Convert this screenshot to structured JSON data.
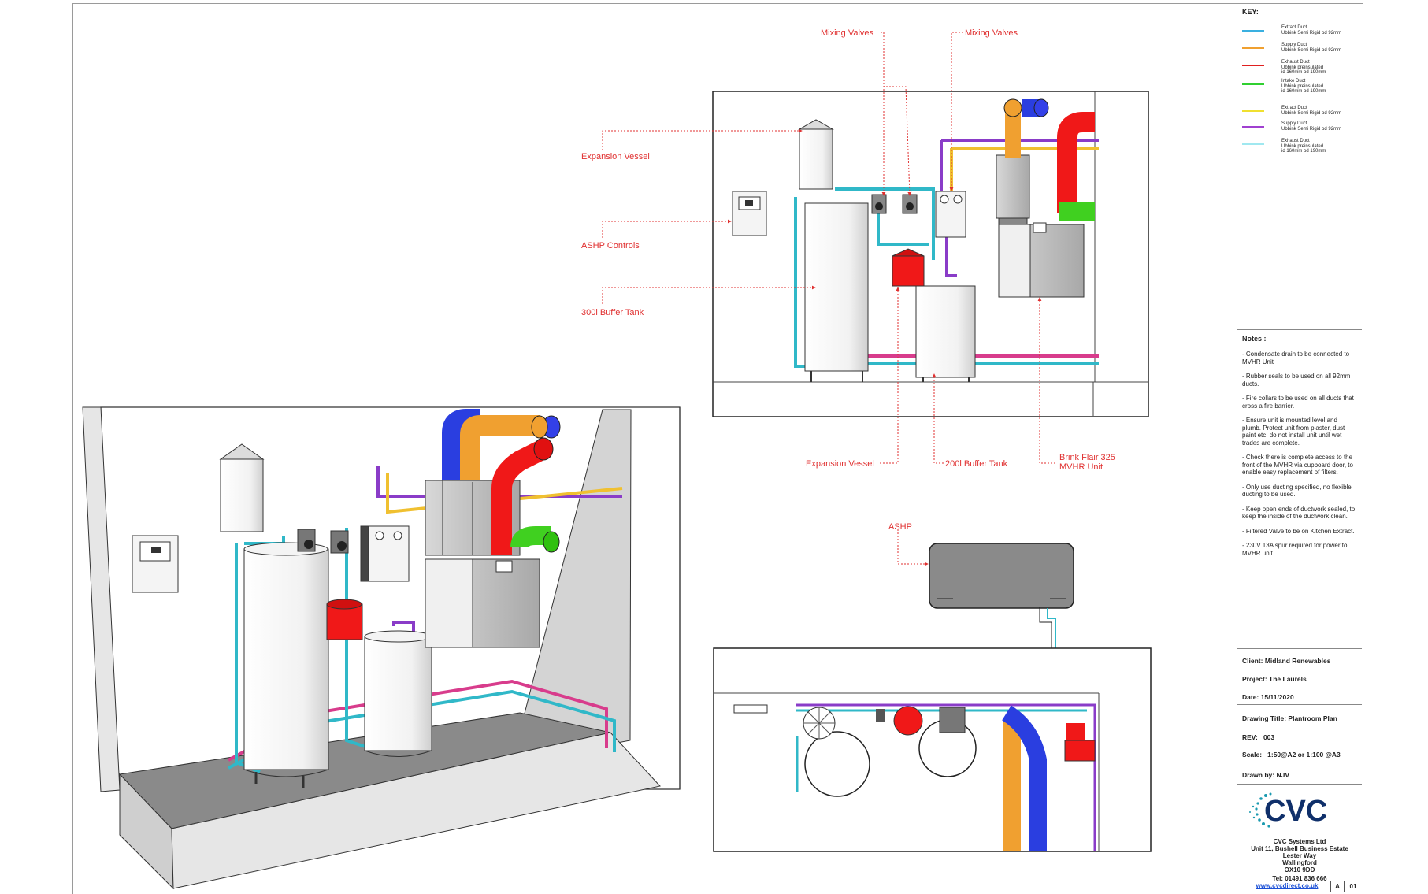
{
  "labels": {
    "mixing_valves_1": "Mixing Valves",
    "mixing_valves_2": "Mixing Valves",
    "expansion_vessel_top": "Expansion Vessel",
    "ashp_controls": "ASHP Controls",
    "buffer_300": "300l Buffer Tank",
    "expansion_vessel_bottom": "Expansion Vessel",
    "buffer_200": "200l Buffer Tank",
    "brink_flair_line1": "Brink Flair 325",
    "brink_flair_line2": "MVHR Unit",
    "ashp": "ASHP"
  },
  "key": {
    "title": "KEY:",
    "items": [
      {
        "color": "#3ab0e0",
        "text": "Extract Duct\nUbbink Semi Rigid od 92mm"
      },
      {
        "color": "#f0a030",
        "text": "Supply Duct\nUbbink Semi Rigid od 92mm"
      },
      {
        "color": "#e02020",
        "text": "Exhaust Duct\nUbbink preinsulated\nid 160mm od 190mm"
      },
      {
        "color": "#30d030",
        "text": "Intake Duct\nUbbink preinsulated\nid 160mm od 190mm"
      },
      {
        "color": "#f0e030",
        "text": "Extract Duct\nUbbink Semi Rigid od 92mm"
      },
      {
        "color": "#a040d0",
        "text": "Supply Duct\nUbbink Semi Rigid od 92mm"
      },
      {
        "color": "#a0e8f0",
        "text": "Exhaust Duct\nUbbink preinsulated\nid 160mm od 190mm"
      }
    ]
  },
  "notes": {
    "title": "Notes :",
    "items": [
      "- Condensate drain to be connected to MVHR Unit",
      "- Rubber seals to be used on all 92mm ducts.",
      "- Fire collars to be used on all ducts that cross a fire barrier.",
      "- Ensure unit is mounted level and plumb. Protect unit from plaster, dust paint etc, do not install unit until wet trades are complete.",
      "- Check there is complete access to the front of the MVHR via cupboard door, to enable easy replacement of filters.",
      "- Only use ducting specified, no flexible ducting to be used.",
      "- Keep open ends of ductwork sealed, to keep the inside of the ductwork clean.",
      "- Filtered Valve to be on Kitchen Extract.",
      "- 230V 13A spur required for power to MVHR unit."
    ]
  },
  "project": {
    "client_label": "Client:",
    "client": "Midland Renewables",
    "project_label": "Project:",
    "project": "The Laurels",
    "date_label": "Date:",
    "date": "15/11/2020",
    "drawing_title_label": "Drawing Title:",
    "drawing_title": "Plantroom Plan",
    "rev_label": "REV:",
    "rev": "003",
    "scale_label": "Scale:",
    "scale": "1:50@A2 or 1:100 @A3",
    "drawn_by_label": "Drawn by:",
    "drawn_by": "NJV"
  },
  "company": {
    "logo_text": "CVC",
    "name": "CVC Systems Ltd",
    "address1": "Unit 11, Bushell Business Estate",
    "address2": "Lester Way",
    "address3": "Wallingford",
    "postcode": "OX10 9DD",
    "tel": "Tel: 01491 836 666",
    "web": "www.cvcdirect.co.uk",
    "sheet_size": "A",
    "sheet_no": "01"
  },
  "colors": {
    "annotation": "#e03030",
    "blue_duct": "#2a3ee0",
    "orange_duct": "#f0a030",
    "red_duct": "#f01818",
    "green_duct": "#40d020",
    "cyan_pipe": "#30b8c8",
    "purple_pipe": "#8a3cc8",
    "magenta_pipe": "#d83c8c"
  }
}
